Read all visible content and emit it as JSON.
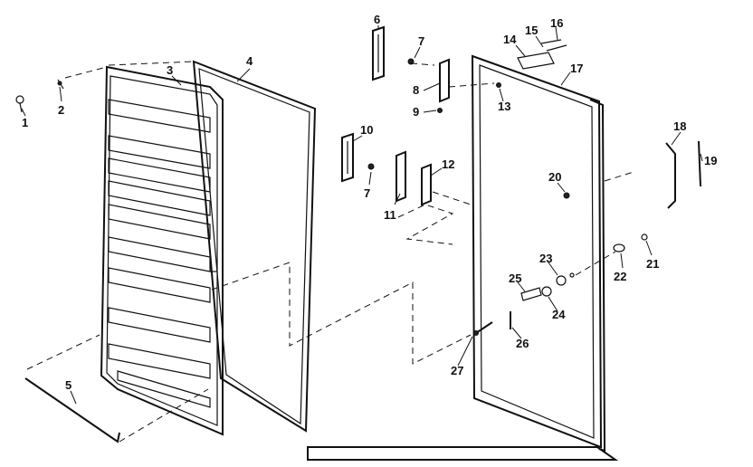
{
  "diagram": {
    "callouts": [
      {
        "id": "c1",
        "label": "1"
      },
      {
        "id": "c2",
        "label": "2"
      },
      {
        "id": "c3",
        "label": "3"
      },
      {
        "id": "c4",
        "label": "4"
      },
      {
        "id": "c5",
        "label": "5"
      },
      {
        "id": "c6",
        "label": "6"
      },
      {
        "id": "c7a",
        "label": "7"
      },
      {
        "id": "c7b",
        "label": "7"
      },
      {
        "id": "c8",
        "label": "8"
      },
      {
        "id": "c9",
        "label": "9"
      },
      {
        "id": "c10",
        "label": "10"
      },
      {
        "id": "c11",
        "label": "11"
      },
      {
        "id": "c12",
        "label": "12"
      },
      {
        "id": "c13",
        "label": "13"
      },
      {
        "id": "c14",
        "label": "14"
      },
      {
        "id": "c15",
        "label": "15"
      },
      {
        "id": "c16",
        "label": "16"
      },
      {
        "id": "c17",
        "label": "17"
      },
      {
        "id": "c18",
        "label": "18"
      },
      {
        "id": "c19",
        "label": "19"
      },
      {
        "id": "c20",
        "label": "20"
      },
      {
        "id": "c21",
        "label": "21"
      },
      {
        "id": "c22",
        "label": "22"
      },
      {
        "id": "c23",
        "label": "23"
      },
      {
        "id": "c24",
        "label": "24"
      },
      {
        "id": "c25",
        "label": "25"
      },
      {
        "id": "c26",
        "label": "26"
      },
      {
        "id": "c27",
        "label": "27"
      }
    ]
  }
}
